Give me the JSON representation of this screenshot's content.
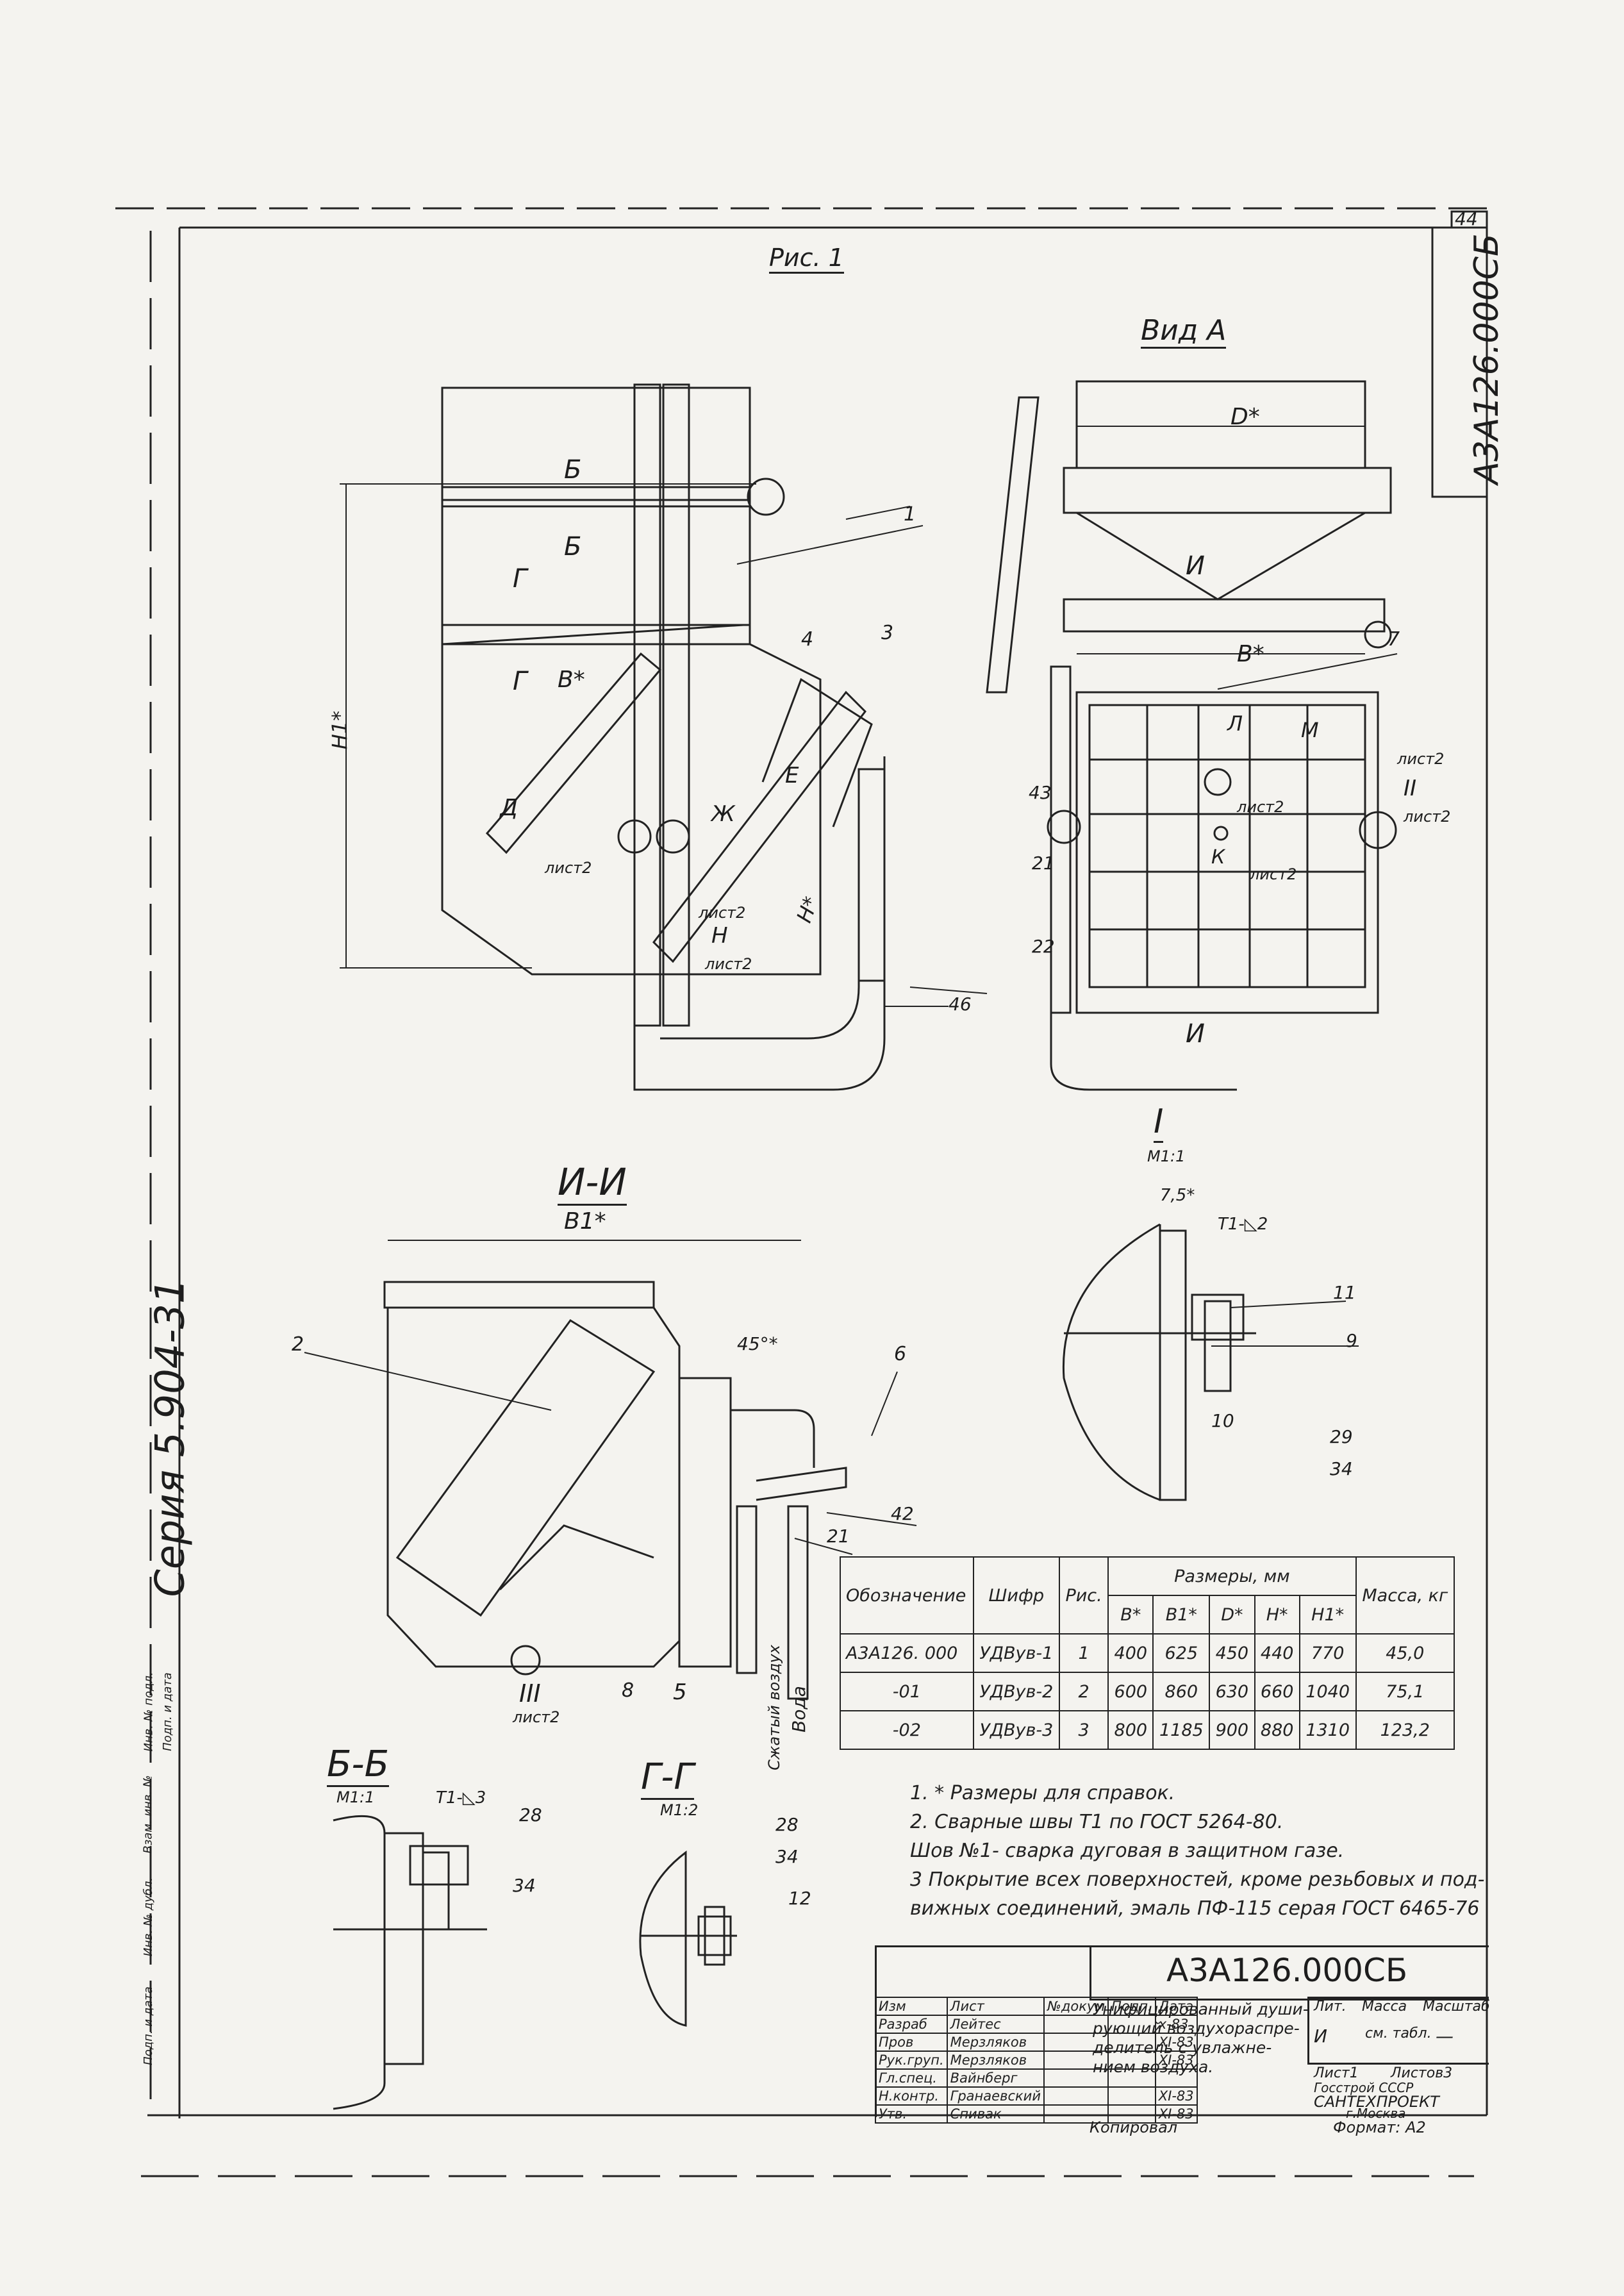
{
  "sheet": {
    "page_number": "44",
    "side_code": "А3А126.000СБ",
    "series": "Серия 5.904-31",
    "side_stamp": [
      "Инв. № подл.",
      "Подп. и дата",
      "Взам. инв. №",
      "Инв. № дубл.",
      "Подп. и дата"
    ]
  },
  "views": {
    "fig": "Рис. 1",
    "view_a": "Вид А",
    "section_ii": "И-И",
    "detail_i": "I",
    "detail_i_scale": "М1:1",
    "section_bb": "Б-Б",
    "section_bb_scale": "М1:1",
    "section_gg": "Г-Г",
    "section_gg_scale": "М1:2"
  },
  "dimension_labels": {
    "d_star": "D*",
    "b_star": "B*",
    "b1_star": "B1*",
    "h_star": "H*",
    "h1_star": "H1*",
    "angle": "45°*",
    "gap": "7,5*",
    "weld": "Т1-◺2",
    "weld_bb": "Т1-◺3"
  },
  "callouts": {
    "c1": "1",
    "c2": "2",
    "c3": "3",
    "c4": "4",
    "c5": "5",
    "c6": "6",
    "c7": "7",
    "c8": "8",
    "c9": "9",
    "c10": "10",
    "c11": "11",
    "c12": "12",
    "c21": "21",
    "c22": "22",
    "c28": "28",
    "c29": "29",
    "c34": "34",
    "c42": "42",
    "c43": "43",
    "c46": "46"
  },
  "section_marks": {
    "b": "Б",
    "g": "Г",
    "d": "Д",
    "zh": "Ж",
    "e": "Е",
    "n": "Н",
    "i": "И",
    "l": "Л",
    "m": "М",
    "k": "К",
    "ii": "II",
    "iii": "III",
    "sheet2": "лист2",
    "compressed_air": "Сжатый воздух",
    "water": "Вода"
  },
  "table": {
    "headers": [
      "Обозначение",
      "Шифр",
      "Рис.",
      "Размеры, мм",
      "Масса, кг"
    ],
    "sub_headers": [
      "B*",
      "B1*",
      "D*",
      "H*",
      "H1*"
    ],
    "rows": [
      [
        "А3А126. 000",
        "УДВув-1",
        "1",
        "400",
        "625",
        "450",
        "440",
        "770",
        "45,0"
      ],
      [
        "-01",
        "УДВув-2",
        "2",
        "600",
        "860",
        "630",
        "660",
        "1040",
        "75,1"
      ],
      [
        "-02",
        "УДВув-3",
        "3",
        "800",
        "1185",
        "900",
        "880",
        "1310",
        "123,2"
      ]
    ]
  },
  "notes": [
    "1. * Размеры для справок.",
    "2. Сварные швы Т1 по ГОСТ 5264-80.",
    "Шов №1- сварка дуговая в защитном газе.",
    "3 Покрытие всех поверхностей, кроме резьбовых и под-",
    "вижных соединений, эмаль ПФ-115 серая ГОСТ 6465-76"
  ],
  "title_block": {
    "code": "А3А126.000СБ",
    "title_lines": [
      "Унифицированный души-",
      "рующий воздухораспре-",
      "делитель с увлажне-",
      "нием воздуха."
    ],
    "col_headers": [
      "Лит.",
      "Масса",
      "Масштаб"
    ],
    "lit": "И",
    "mass": "см. табл.",
    "scale": "—",
    "sheet": "Лист1",
    "sheets": "Листов3",
    "org_lines": [
      "Госстрой СССР",
      "САНТЕХПРОЕКТ",
      "г.Москва"
    ],
    "roles": [
      [
        "Изм",
        "Лист",
        "№докум",
        "Подп.",
        "Дата"
      ],
      [
        "Разраб",
        "Лейтес",
        "",
        "",
        "х-83"
      ],
      [
        "Пров",
        "Мерзляков",
        "",
        "",
        "XI-83"
      ],
      [
        "Рук.груп.",
        "Мерзляков",
        "",
        "",
        "XI-83"
      ],
      [
        "Гл.спец.",
        "Вайнберг",
        "",
        "",
        ""
      ],
      [
        "Н.контр.",
        "Гранаевский",
        "",
        "",
        "XI-83"
      ],
      [
        "Утв.",
        "Спивак",
        "",
        "",
        "XI-83"
      ]
    ],
    "copied": "Копировал",
    "format": "Формат: А2"
  },
  "colors": {
    "ink": "#222222",
    "paper": "#f4f3ef"
  }
}
